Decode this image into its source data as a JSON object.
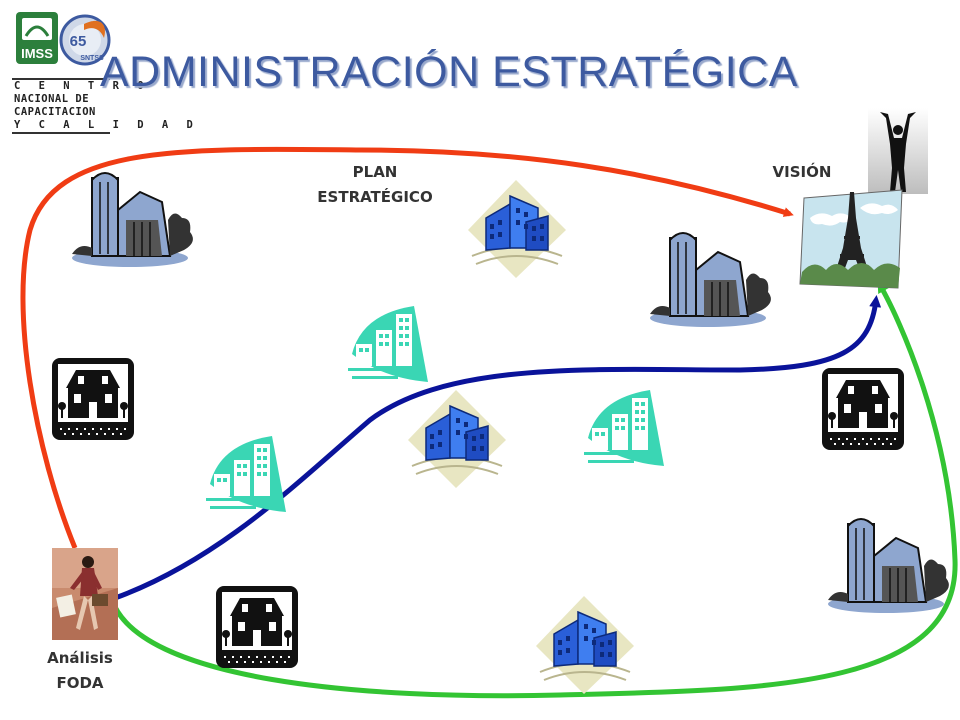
{
  "title": "ADMINISTRACIÓN ESTRATÉGICA",
  "logo": {
    "brand": "IMSS",
    "badge_number": "65",
    "badge_text": "SNTSS",
    "lines": [
      "C E N T R O",
      "NACIONAL DE",
      "CAPACITACION",
      "Y C A L I D A D"
    ]
  },
  "labels": {
    "plan": [
      "PLAN",
      "ESTRATÉGICO"
    ],
    "vision": "VISIÓN",
    "foda": [
      "Análisis",
      "FODA"
    ]
  },
  "colors": {
    "title": "#3d5aa0",
    "plan_route": "#f03c14",
    "blue_route": "#0a139a",
    "green_route": "#33c433",
    "teal_building": "#3ad6b4",
    "blue_building": "#2a5fd8",
    "silo_blue": "#8ea6cf"
  }
}
